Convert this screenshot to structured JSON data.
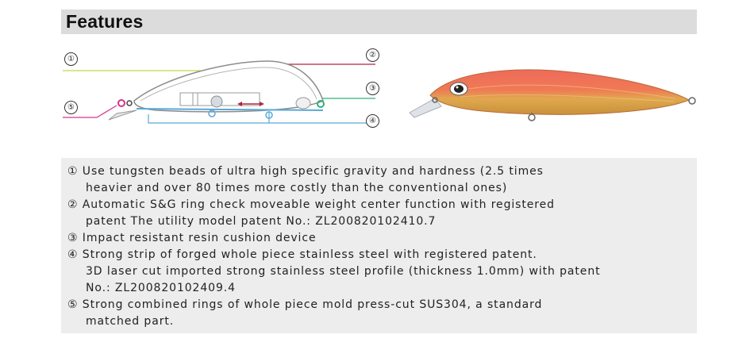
{
  "header": {
    "title": "Features"
  },
  "diagram": {
    "callouts": [
      "①",
      "②",
      "③",
      "④",
      "⑤"
    ],
    "colors": {
      "callout_1": "#c8d34a",
      "callout_2": "#b0283c",
      "callout_3": "#2fb07a",
      "callout_4": "#5aa9d6",
      "callout_5": "#d6338a",
      "body_outline": "#9a9a9a"
    }
  },
  "photo": {
    "icon": "fishing-lure-image",
    "colors": {
      "back": "#ee6a5a",
      "belly": "#d9a84a",
      "lip": "#d8dde2"
    }
  },
  "features": [
    {
      "lines": [
        "① Use tungsten beads of ultra high specific gravity and hardness (2.5 times",
        "heavier and over 80 times more costly than the conventional ones)"
      ]
    },
    {
      "lines": [
        "② Automatic S&G ring check moveable weight center function with registered",
        "patent The utility model patent No.: ZL200820102410.7"
      ]
    },
    {
      "lines": [
        "③ Impact resistant resin cushion device"
      ]
    },
    {
      "lines": [
        "④ Strong strip of forged whole piece stainless steel with registered patent.",
        "3D laser cut imported strong stainless steel profile (thickness 1.0mm) with patent",
        "No.: ZL200820102409.4"
      ]
    },
    {
      "lines": [
        "⑤ Strong combined rings of whole piece mold press-cut SUS304, a standard",
        "matched part."
      ]
    }
  ]
}
